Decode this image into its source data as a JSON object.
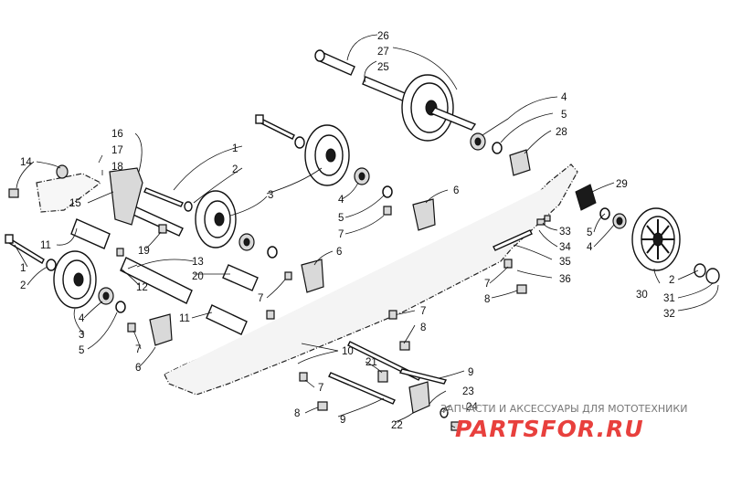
{
  "callouts": [
    {
      "id": "c26",
      "label": "26"
    },
    {
      "id": "c27",
      "label": "27"
    },
    {
      "id": "c25",
      "label": "25"
    },
    {
      "id": "c4a",
      "label": "4"
    },
    {
      "id": "c5a",
      "label": "5"
    },
    {
      "id": "c28",
      "label": "28"
    },
    {
      "id": "c16",
      "label": "16"
    },
    {
      "id": "c17",
      "label": "17"
    },
    {
      "id": "c18",
      "label": "18"
    },
    {
      "id": "c14",
      "label": "14"
    },
    {
      "id": "c15",
      "label": "15"
    },
    {
      "id": "c1a",
      "label": "1"
    },
    {
      "id": "c2a",
      "label": "2"
    },
    {
      "id": "c3a",
      "label": "3"
    },
    {
      "id": "c4b",
      "label": "4"
    },
    {
      "id": "c5b",
      "label": "5"
    },
    {
      "id": "c7a",
      "label": "7"
    },
    {
      "id": "c6a",
      "label": "6"
    },
    {
      "id": "c29",
      "label": "29"
    },
    {
      "id": "c11a",
      "label": "11"
    },
    {
      "id": "c19",
      "label": "19"
    },
    {
      "id": "c13",
      "label": "13"
    },
    {
      "id": "c20",
      "label": "20"
    },
    {
      "id": "c12",
      "label": "12"
    },
    {
      "id": "c1b",
      "label": "1"
    },
    {
      "id": "c2b",
      "label": "2"
    },
    {
      "id": "c6b",
      "label": "6"
    },
    {
      "id": "c7b",
      "label": "7"
    },
    {
      "id": "c33",
      "label": "33"
    },
    {
      "id": "c34",
      "label": "34"
    },
    {
      "id": "c35",
      "label": "35"
    },
    {
      "id": "c36",
      "label": "36"
    },
    {
      "id": "c5c",
      "label": "5"
    },
    {
      "id": "c4c",
      "label": "4"
    },
    {
      "id": "c7c",
      "label": "7"
    },
    {
      "id": "c8a",
      "label": "8"
    },
    {
      "id": "c4d",
      "label": "4"
    },
    {
      "id": "c3b",
      "label": "3"
    },
    {
      "id": "c5d",
      "label": "5"
    },
    {
      "id": "c11b",
      "label": "11"
    },
    {
      "id": "c7d",
      "label": "7"
    },
    {
      "id": "c8b",
      "label": "8"
    },
    {
      "id": "c7e",
      "label": "7"
    },
    {
      "id": "c6c",
      "label": "6"
    },
    {
      "id": "c10",
      "label": "10"
    },
    {
      "id": "c21",
      "label": "21"
    },
    {
      "id": "c9a",
      "label": "9"
    },
    {
      "id": "c7f",
      "label": "7"
    },
    {
      "id": "c23",
      "label": "23"
    },
    {
      "id": "c24",
      "label": "24"
    },
    {
      "id": "c8c",
      "label": "8"
    },
    {
      "id": "c9b",
      "label": "9"
    },
    {
      "id": "c22",
      "label": "22"
    },
    {
      "id": "c2c",
      "label": "2"
    },
    {
      "id": "c31",
      "label": "31"
    },
    {
      "id": "c32",
      "label": "32"
    },
    {
      "id": "c30",
      "label": "30"
    }
  ],
  "watermark": {
    "tagline": "ЗАПЧАСТИ И АКСЕССУАРЫ ДЛЯ МОТОТЕХНИКИ",
    "logo": "PARTSFOR.RU"
  },
  "colors": {
    "line": "#111111",
    "watermark_red": "#e8403d",
    "watermark_grey": "#777777"
  }
}
